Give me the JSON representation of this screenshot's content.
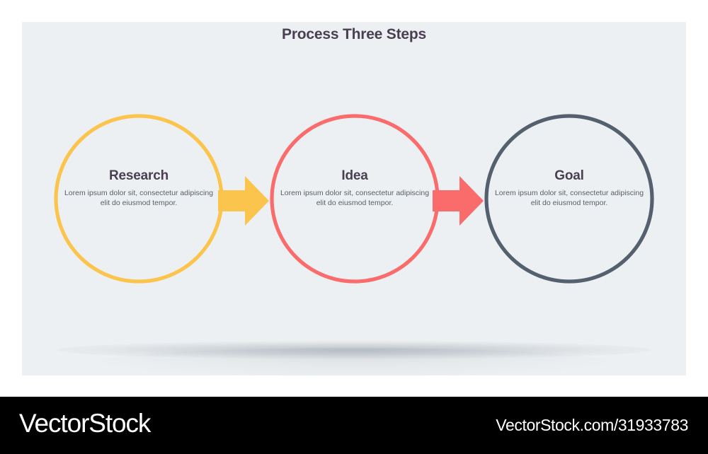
{
  "slide": {
    "title": "Process Three Steps",
    "background_color": "#edf0f2",
    "title_color": "#4a3f52"
  },
  "steps": [
    {
      "id": "research",
      "label": "Research",
      "description": "Lorem ipsum dolor sit, consectetur adipiscing elit do eiusmod tempor.",
      "color": "#fbc44d"
    },
    {
      "id": "idea",
      "label": "Idea",
      "description": "Lorem ipsum dolor sit, consectetur adipiscing elit do eiusmod tempor.",
      "color": "#fa6c6c"
    },
    {
      "id": "goal",
      "label": "Goal",
      "description": "Lorem ipsum dolor sit, consectetur adipiscing elit do eiusmod tempor.",
      "color": "#55606e"
    }
  ],
  "arrows": [
    {
      "id": "arrow-research-to-idea",
      "color": "#fbc44d"
    },
    {
      "id": "arrow-idea-to-goal",
      "color": "#fa6c6c"
    }
  ],
  "watermark": {
    "logo": "VectorStock",
    "url": "VectorStock.com/31933783",
    "background_color": "#000000",
    "text_color": "#ffffff"
  }
}
